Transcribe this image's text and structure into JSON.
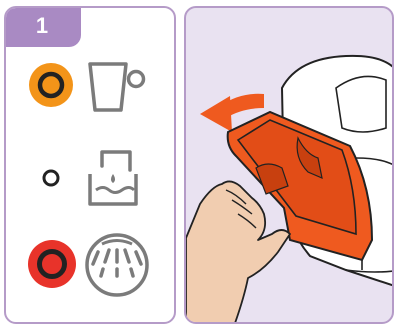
{
  "step": {
    "number": "1"
  },
  "indicators": [
    {
      "icon": "cup-icon",
      "light": "orange",
      "color": "#f39419"
    },
    {
      "icon": "water-tank-icon",
      "light": "off",
      "color": "#ffffff"
    },
    {
      "icon": "descaling-icon",
      "light": "red",
      "color": "#e8332a"
    }
  ],
  "illustration": {
    "action": "remove-drip-tray",
    "arrow": "arrow-left-icon",
    "tray_color": "#ef5a1f"
  }
}
